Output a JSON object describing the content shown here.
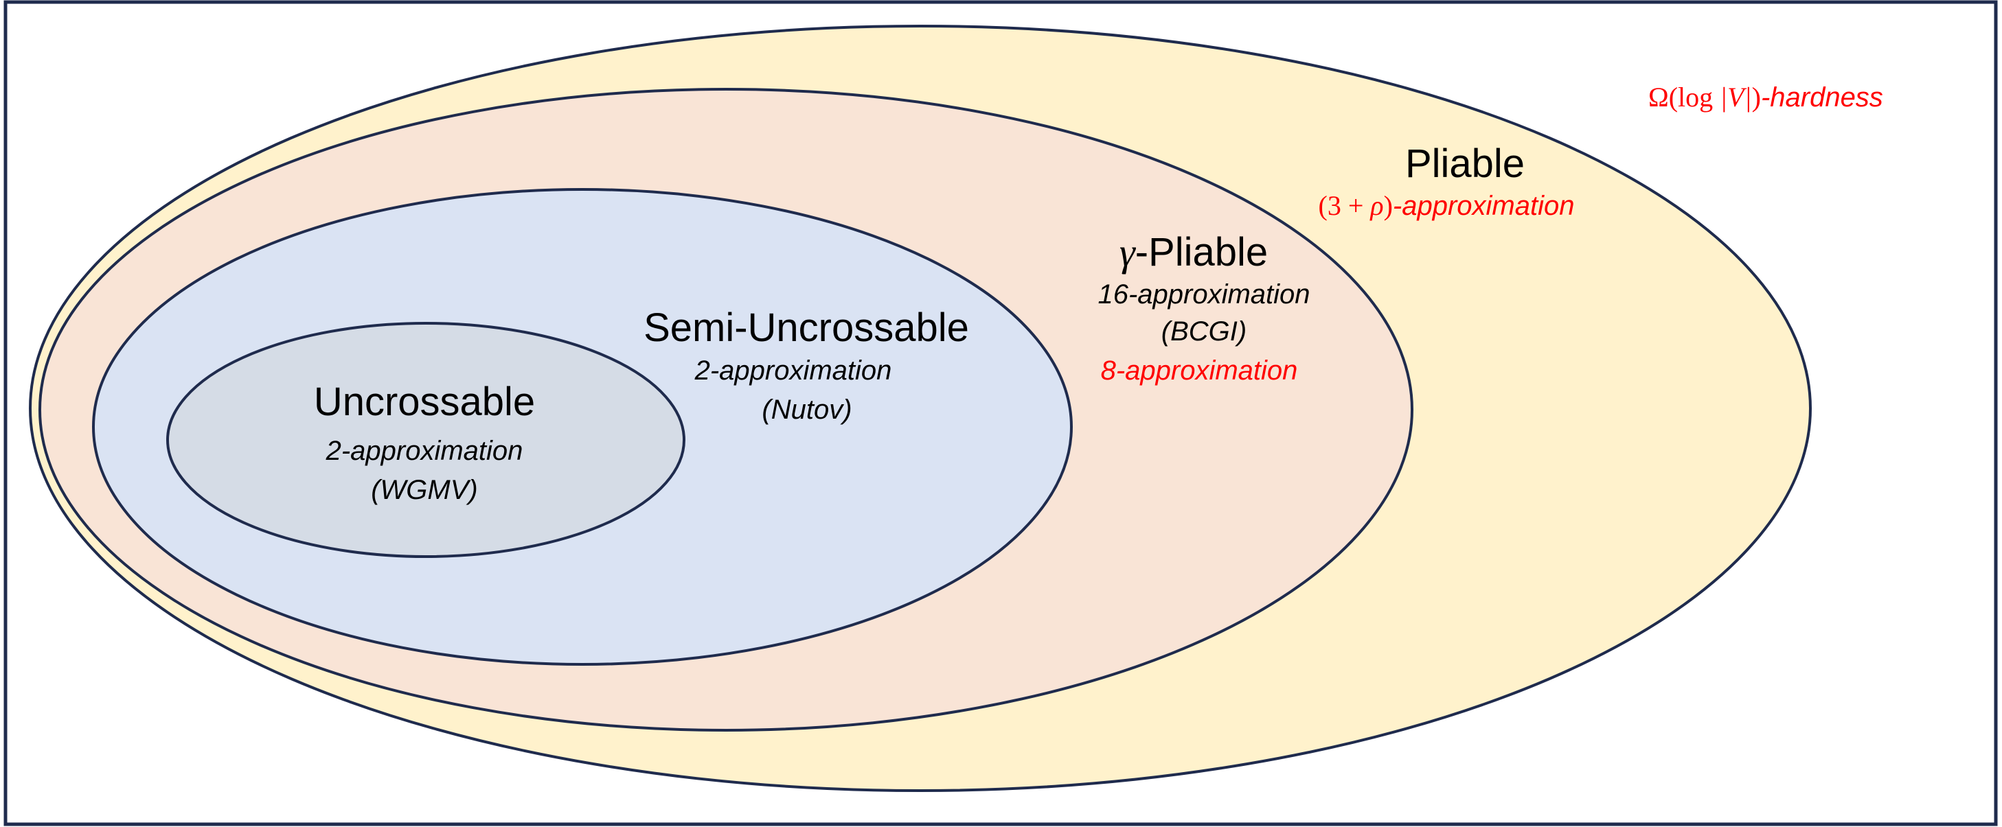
{
  "colors": {
    "border": "#1f2b4d",
    "pliable_fill": "#fff2cc",
    "gamma_fill": "#f9e4d6",
    "semi_fill": "#dae3f3",
    "uncrossable_fill": "#d5dce6",
    "highlight": "#ff0000"
  },
  "hardness": {
    "omega": "Ω",
    "log_open": "(log ",
    "V": "|V|",
    "close": ")",
    "suffix": "-hardness"
  },
  "pliable": {
    "title": "Pliable",
    "approx_prefix": "(3 + ",
    "rho": "ρ",
    "approx_close": ")",
    "approx_suffix": "-approximation"
  },
  "gamma_pliable": {
    "gamma": "γ",
    "title": "-Pliable",
    "approx1": "16-approximation",
    "ref": "(BCGI)",
    "approx2": "8-approximation"
  },
  "semi_uncrossable": {
    "title": "Semi-Uncrossable",
    "approx": "2-approximation",
    "ref": "(Nutov)"
  },
  "uncrossable": {
    "title": "Uncrossable",
    "approx": "2-approximation",
    "ref": "(WGMV)"
  }
}
